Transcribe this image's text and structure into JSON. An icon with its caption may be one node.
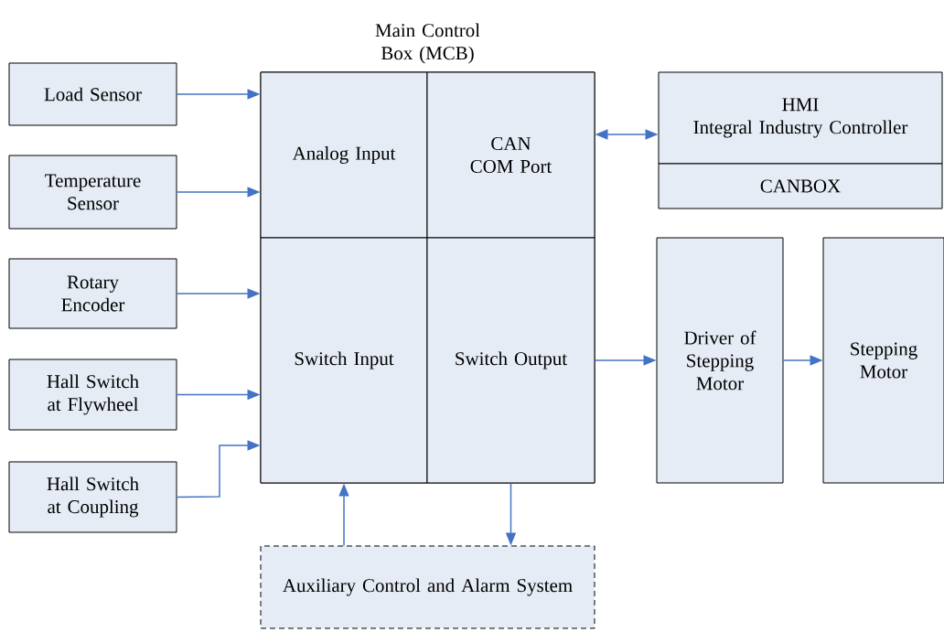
{
  "diagram": {
    "nodes": [
      {
        "text": [
          "Load Sensor"
        ]
      },
      {
        "text": [
          "Temperature Sensor"
        ]
      },
      {
        "text": [
          "Rotary Encoder"
        ]
      },
      {
        "text": [
          "Hall Switch at Flywheel"
        ]
      },
      {
        "text": [
          "Hall Switch at Coupling"
        ]
      },
      {
        "text": [
          "Main Control Box (MCB)"
        ]
      },
      {
        "text": [
          "Analog Input"
        ],
        "in": 5
      },
      {
        "text": [
          "CAN COM Port"
        ],
        "in": 5
      },
      {
        "text": [
          "Switch Input"
        ],
        "in": 5
      },
      {
        "text": [
          "Switch Output"
        ],
        "in": 5
      },
      {
        "text": [
          "HMI",
          "Integral Industry Controller"
        ]
      },
      {
        "text": [
          "CANBOX"
        ]
      },
      {
        "text": [
          "Driver of Stepping Motor"
        ]
      },
      {
        "text": [
          "Stepping Motor"
        ]
      },
      {
        "text": [
          "Auxiliary Control and Alarm System"
        ]
      }
    ],
    "edges": [
      {
        "from": 0,
        "to": 6,
        "arrow": "to"
      },
      {
        "from": 1,
        "to": 6,
        "arrow": "to"
      },
      {
        "from": 2,
        "to": 8,
        "arrow": "to"
      },
      {
        "from": 3,
        "to": 8,
        "arrow": "to"
      },
      {
        "from": 4,
        "to": 8,
        "arrow": "to"
      },
      {
        "from": 7,
        "to": 10,
        "arrow": "both"
      },
      {
        "from": 9,
        "to": 12,
        "arrow": "to"
      },
      {
        "from": 12,
        "to": 13,
        "arrow": "to"
      },
      {
        "from": 14,
        "to": 8,
        "arrow": "to"
      },
      {
        "from": 9,
        "to": 14,
        "arrow": "to"
      }
    ]
  }
}
